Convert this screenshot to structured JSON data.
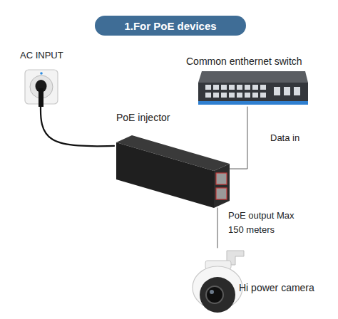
{
  "diagram": {
    "title": "1.For PoE devices",
    "nodes": [
      {
        "text": [
          "AC INPUT"
        ]
      },
      {
        "text": [
          "Common enthernet switch"
        ]
      },
      {
        "text": [
          "PoE injector"
        ]
      },
      {
        "text": [
          "Hi power camera"
        ]
      }
    ],
    "edges": [
      {
        "from": 0,
        "to": 2,
        "arrow": "none"
      },
      {
        "from": 1,
        "to": 2,
        "label": "Data in",
        "arrow": "none"
      },
      {
        "from": 2,
        "to": 3,
        "label": "PoE output Max 150 meters",
        "arrow": "none"
      }
    ]
  }
}
